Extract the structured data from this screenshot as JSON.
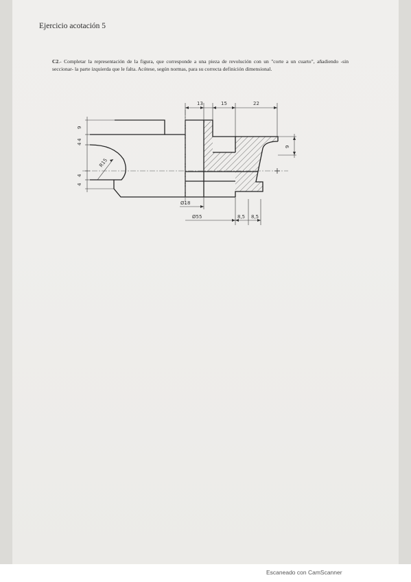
{
  "header": {
    "title": "Ejercicio acotación 5"
  },
  "exercise": {
    "label": "C2",
    "text": ".- Completar la representación de la figura, que corresponde a una pieza de revolución con un \"corte a un cuarto\", añadiendo -sin seccionar- la parte izquierda que le falta. Acótese, según normas, para su correcta definición dimensional."
  },
  "drawing": {
    "dims": {
      "d13a": "13",
      "d15": "15",
      "d22": "22",
      "d9left": "9",
      "d4a": "4",
      "d4b": "4",
      "d4c": "4",
      "d4d": "4",
      "r15": "R15",
      "d9right": "9",
      "phi18": "Ø18",
      "phi55": "Ø55",
      "d85a": "8,5",
      "d85b": "8,5"
    }
  },
  "footer": {
    "text": "Escaneado con CamScanner"
  }
}
